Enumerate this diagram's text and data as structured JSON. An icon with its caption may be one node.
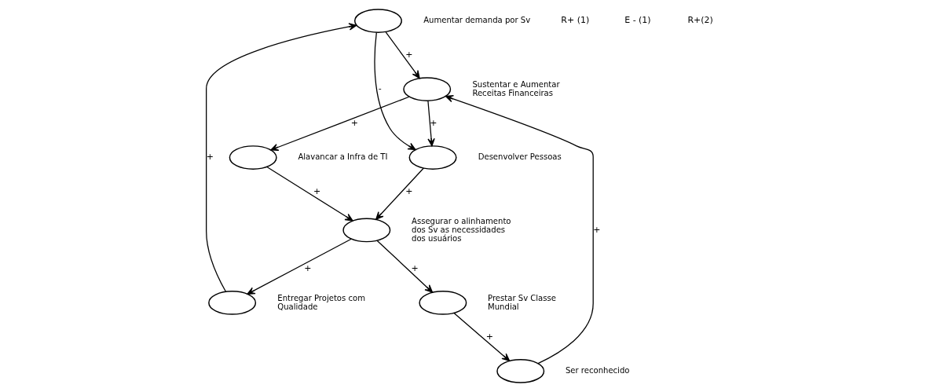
{
  "diagram": {
    "nodes": [
      {
        "text": [],
        "shape": "ellipse",
        "beside": [
          "Aumentar demanda por Sv"
        ]
      },
      {
        "text": [],
        "shape": "ellipse",
        "beside": [
          "Sustentar e Aumentar Receitas Financeiras"
        ]
      },
      {
        "text": [],
        "shape": "ellipse",
        "beside": [
          "Desenvolver Pessoas"
        ]
      },
      {
        "text": [],
        "shape": "ellipse",
        "beside": [
          "Ser reconhecido"
        ]
      },
      {
        "text": [],
        "shape": "ellipse",
        "beside": [
          "Alavancar a Infra de TI"
        ]
      },
      {
        "text": [],
        "shape": "ellipse",
        "beside": [
          "Entregar Projetos com Qualidade"
        ]
      },
      {
        "text": [],
        "shape": "ellipse",
        "beside": [
          "Prestar Sv Classe Mundial"
        ]
      },
      {
        "text": [],
        "shape": "ellipse",
        "beside": [
          "Assegurar o alinhamento dos Sv as necessidades dos usuários"
        ]
      }
    ],
    "edges": [
      {
        "from": 0,
        "to": 1,
        "arrow": "to",
        "label": "+"
      },
      {
        "from": 0,
        "to": 2,
        "arrow": "to",
        "label": "-"
      },
      {
        "from": 3,
        "to": 1,
        "arrow": "to",
        "label": "+"
      },
      {
        "from": 1,
        "to": 2,
        "arrow": "to",
        "label": "+"
      },
      {
        "from": 1,
        "to": 4,
        "arrow": "to",
        "label": "+"
      },
      {
        "from": 2,
        "to": 7,
        "arrow": "to",
        "label": "+"
      },
      {
        "from": 4,
        "to": 7,
        "arrow": "to",
        "label": "+"
      },
      {
        "from": 7,
        "to": 6,
        "arrow": "to",
        "label": "+"
      },
      {
        "from": 6,
        "to": 3,
        "arrow": "to",
        "label": "+"
      },
      {
        "from": 7,
        "to": 5,
        "arrow": "to",
        "label": "+"
      },
      {
        "from": 5,
        "to": 0,
        "arrow": "to",
        "label": "+"
      }
    ],
    "labels": [
      "R+ (1)",
      "E - (1)",
      "R+(2)"
    ]
  }
}
